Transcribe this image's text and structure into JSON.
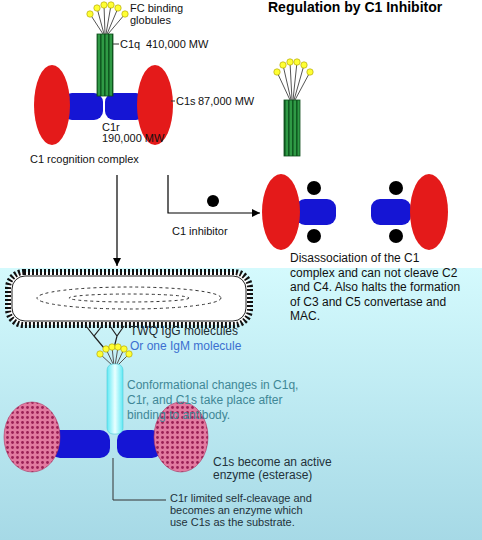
{
  "diagram": {
    "title": "Regulation by C1 Inhibitor",
    "nodes": [
      {
        "text": [
          "FC binding globules",
          "C1q",
          "410,000 MW",
          "C1s",
          "87,000 MW",
          "C1r",
          "190,000 MW",
          "C1 rcognition complex"
        ]
      },
      {
        "text": [
          "Disassociation of the C1 complex and can not cleave C2 and C4. Also halts the formation of C3 and C5 convertase and MAC."
        ]
      },
      {
        "text": [
          "TWQ IgG molecules",
          "Or one IgM molecule",
          "Conformational changes in C1q, C1r, and C1s take place after binding to antibody.",
          "C1s become an active enzyme (esterase)",
          "C1r limited self-cleavage and becomes an enzyme which use C1s as the substrate."
        ]
      }
    ],
    "edges": [
      {
        "from": 0,
        "to": 1,
        "arrow": "to",
        "label": "C1 inhibitor"
      },
      {
        "from": 0,
        "to": 2,
        "arrow": "to"
      }
    ]
  }
}
